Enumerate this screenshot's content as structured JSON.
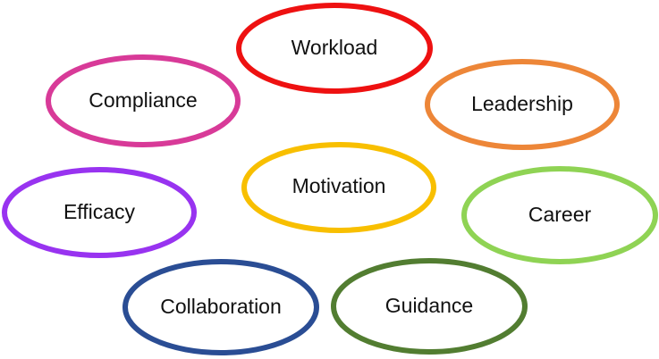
{
  "nodes": [
    {
      "id": "workload",
      "label": "Workload",
      "color": "#ee1111"
    },
    {
      "id": "compliance",
      "label": "Compliance",
      "color": "#d83a98"
    },
    {
      "id": "leadership",
      "label": "Leadership",
      "color": "#ed8638"
    },
    {
      "id": "motivation",
      "label": "Motivation",
      "color": "#f8bf00"
    },
    {
      "id": "efficacy",
      "label": "Efficacy",
      "color": "#9833f0"
    },
    {
      "id": "career",
      "label": "Career",
      "color": "#8fd354"
    },
    {
      "id": "collaboration",
      "label": "Collaboration",
      "color": "#2a4d94"
    },
    {
      "id": "guidance",
      "label": "Guidance",
      "color": "#527d31"
    }
  ]
}
